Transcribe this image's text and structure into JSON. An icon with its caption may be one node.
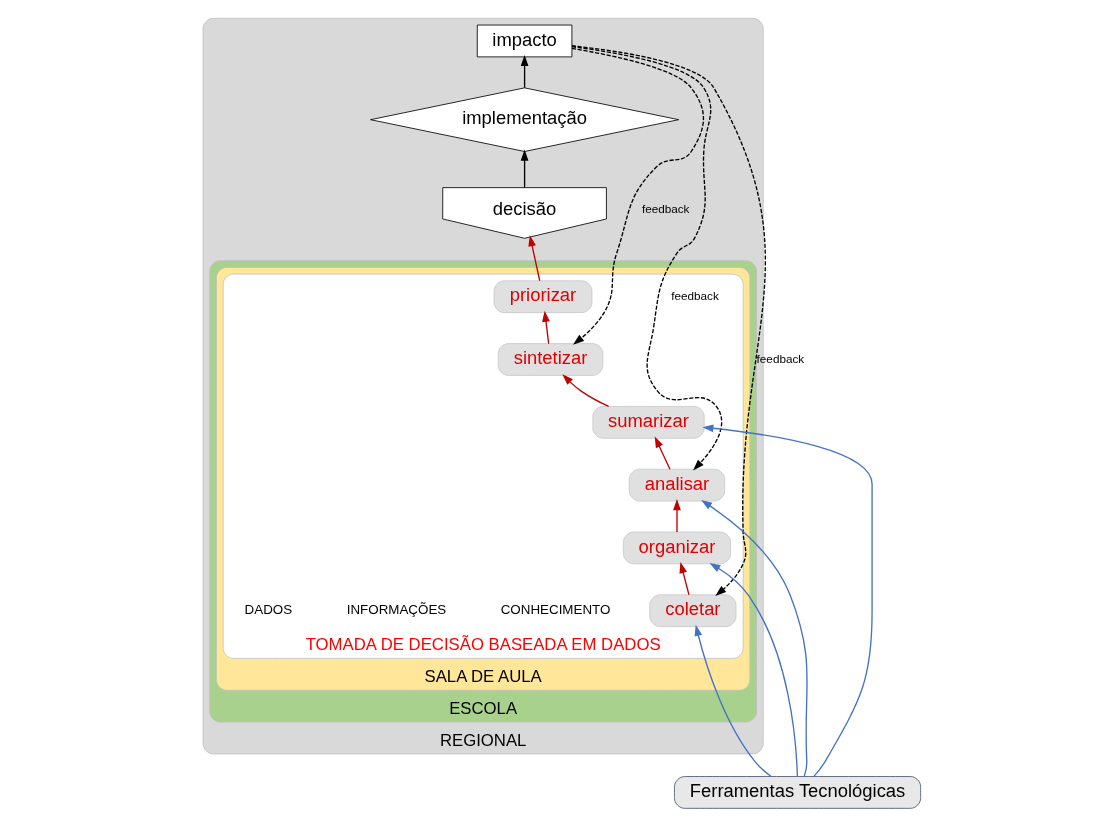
{
  "diagram": {
    "nodes": [
      {
        "text": [
          "REGIONAL"
        ]
      },
      {
        "text": [
          "ESCOLA"
        ],
        "in": 0
      },
      {
        "text": [
          "SALA DE AULA"
        ],
        "in": 1
      },
      {
        "text": [
          "TOMADA DE DECISÃO BASEADA EM DADOS"
        ],
        "in": 2
      },
      {
        "text": [
          "Ferramentas Tecnológicas"
        ]
      },
      {
        "text": [
          "coletar"
        ],
        "in": 3
      },
      {
        "text": [
          "organizar"
        ],
        "in": 3
      },
      {
        "text": [
          "analisar"
        ],
        "in": 3
      },
      {
        "text": [
          "sumarizar"
        ],
        "in": 3
      },
      {
        "text": [
          "sintetizar"
        ],
        "in": 3
      },
      {
        "text": [
          "priorizar"
        ],
        "in": 3
      },
      {
        "text": [
          "decisão"
        ],
        "in": 0
      },
      {
        "text": [
          "implementação"
        ],
        "in": 0
      },
      {
        "text": [
          "impacto"
        ],
        "in": 0
      }
    ],
    "edges": [
      {
        "from": 4,
        "to": 6,
        "arrow": "to",
        "color": "#4472c4"
      },
      {
        "from": 4,
        "to": 5,
        "arrow": "to",
        "color": "#4472c4"
      },
      {
        "from": 4,
        "to": 8,
        "arrow": "to",
        "color": "#4472c4"
      },
      {
        "from": 4,
        "to": 7,
        "arrow": "to",
        "color": "#4472c4"
      },
      {
        "from": 5,
        "to": 6,
        "arrow": "to"
      },
      {
        "from": 6,
        "to": 7,
        "arrow": "to"
      },
      {
        "from": 7,
        "to": 8,
        "arrow": "to"
      },
      {
        "from": 8,
        "to": 9,
        "arrow": "to"
      },
      {
        "from": 9,
        "to": 10,
        "arrow": "to"
      },
      {
        "from": 10,
        "to": 11,
        "arrow": "to"
      },
      {
        "from": 11,
        "to": 12,
        "arrow": "to",
        "color": "#000000"
      },
      {
        "from": 12,
        "to": 13,
        "arrow": "to",
        "color": "#000000"
      },
      {
        "from": 13,
        "to": 5,
        "arrow": "to",
        "label": "feedback",
        "style": "dashed",
        "color": "#000000"
      },
      {
        "from": 13,
        "to": 7,
        "arrow": "to",
        "label": "feedback",
        "style": "dashed",
        "color": "#000000"
      },
      {
        "from": 13,
        "to": 9,
        "arrow": "to",
        "label": "feedback",
        "style": "dashed",
        "color": "#000000"
      }
    ],
    "labels": [
      "CONHECIMENTO",
      "INFORMAÇÕES",
      "DADOS"
    ]
  }
}
